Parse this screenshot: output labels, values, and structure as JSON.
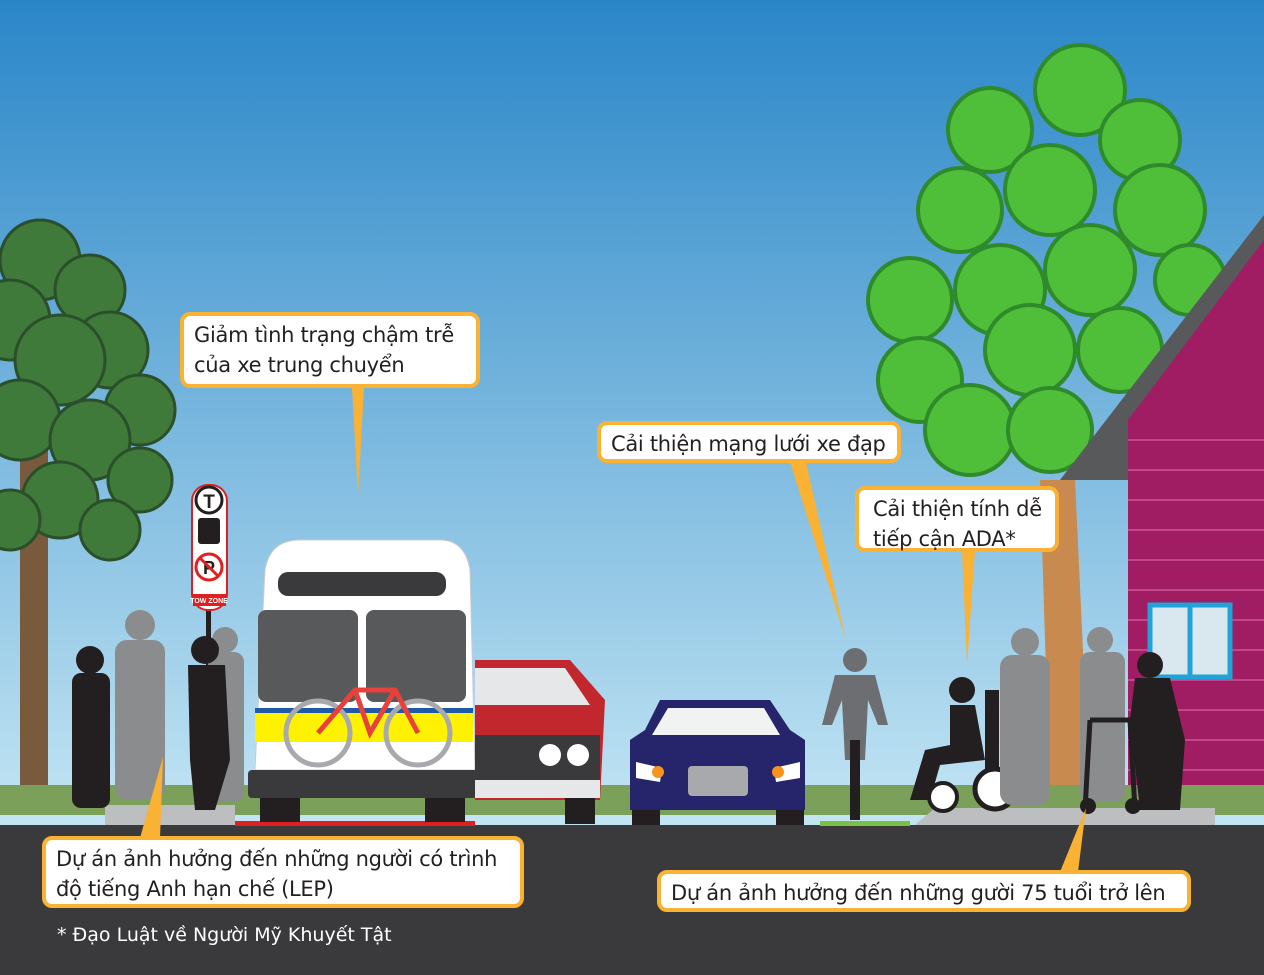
{
  "callouts": {
    "transit_delay": "Giảm tình trạng chậm trễ của xe trung chuyển",
    "bike_network": "Cải thiện mạng lưới xe đạp",
    "ada_access": "Cải thiện tính dễ tiếp cận ADA*",
    "lep_impact": "Dự án ảnh hưởng đến những người có trình độ tiếng Anh hạn chế (LEP)",
    "elderly_impact": "Dự án ảnh hưởng đến những gười 75 tuổi trở lên"
  },
  "footnote": "* Đạo Luật về Người Mỹ Khuyết Tật",
  "sign": {
    "top_symbol": "T",
    "zone_label": "TOW ZONE"
  },
  "colors": {
    "callout_border": "#f9b233",
    "road": "#3a3a3c",
    "sky_top": "#2a86c8",
    "sky_bottom": "#c4e6f4",
    "tree": "#4fbf3a",
    "house": "#a01d63",
    "car_navy": "#26246b",
    "car_red": "#c1272d",
    "bike": "#e8413b"
  }
}
